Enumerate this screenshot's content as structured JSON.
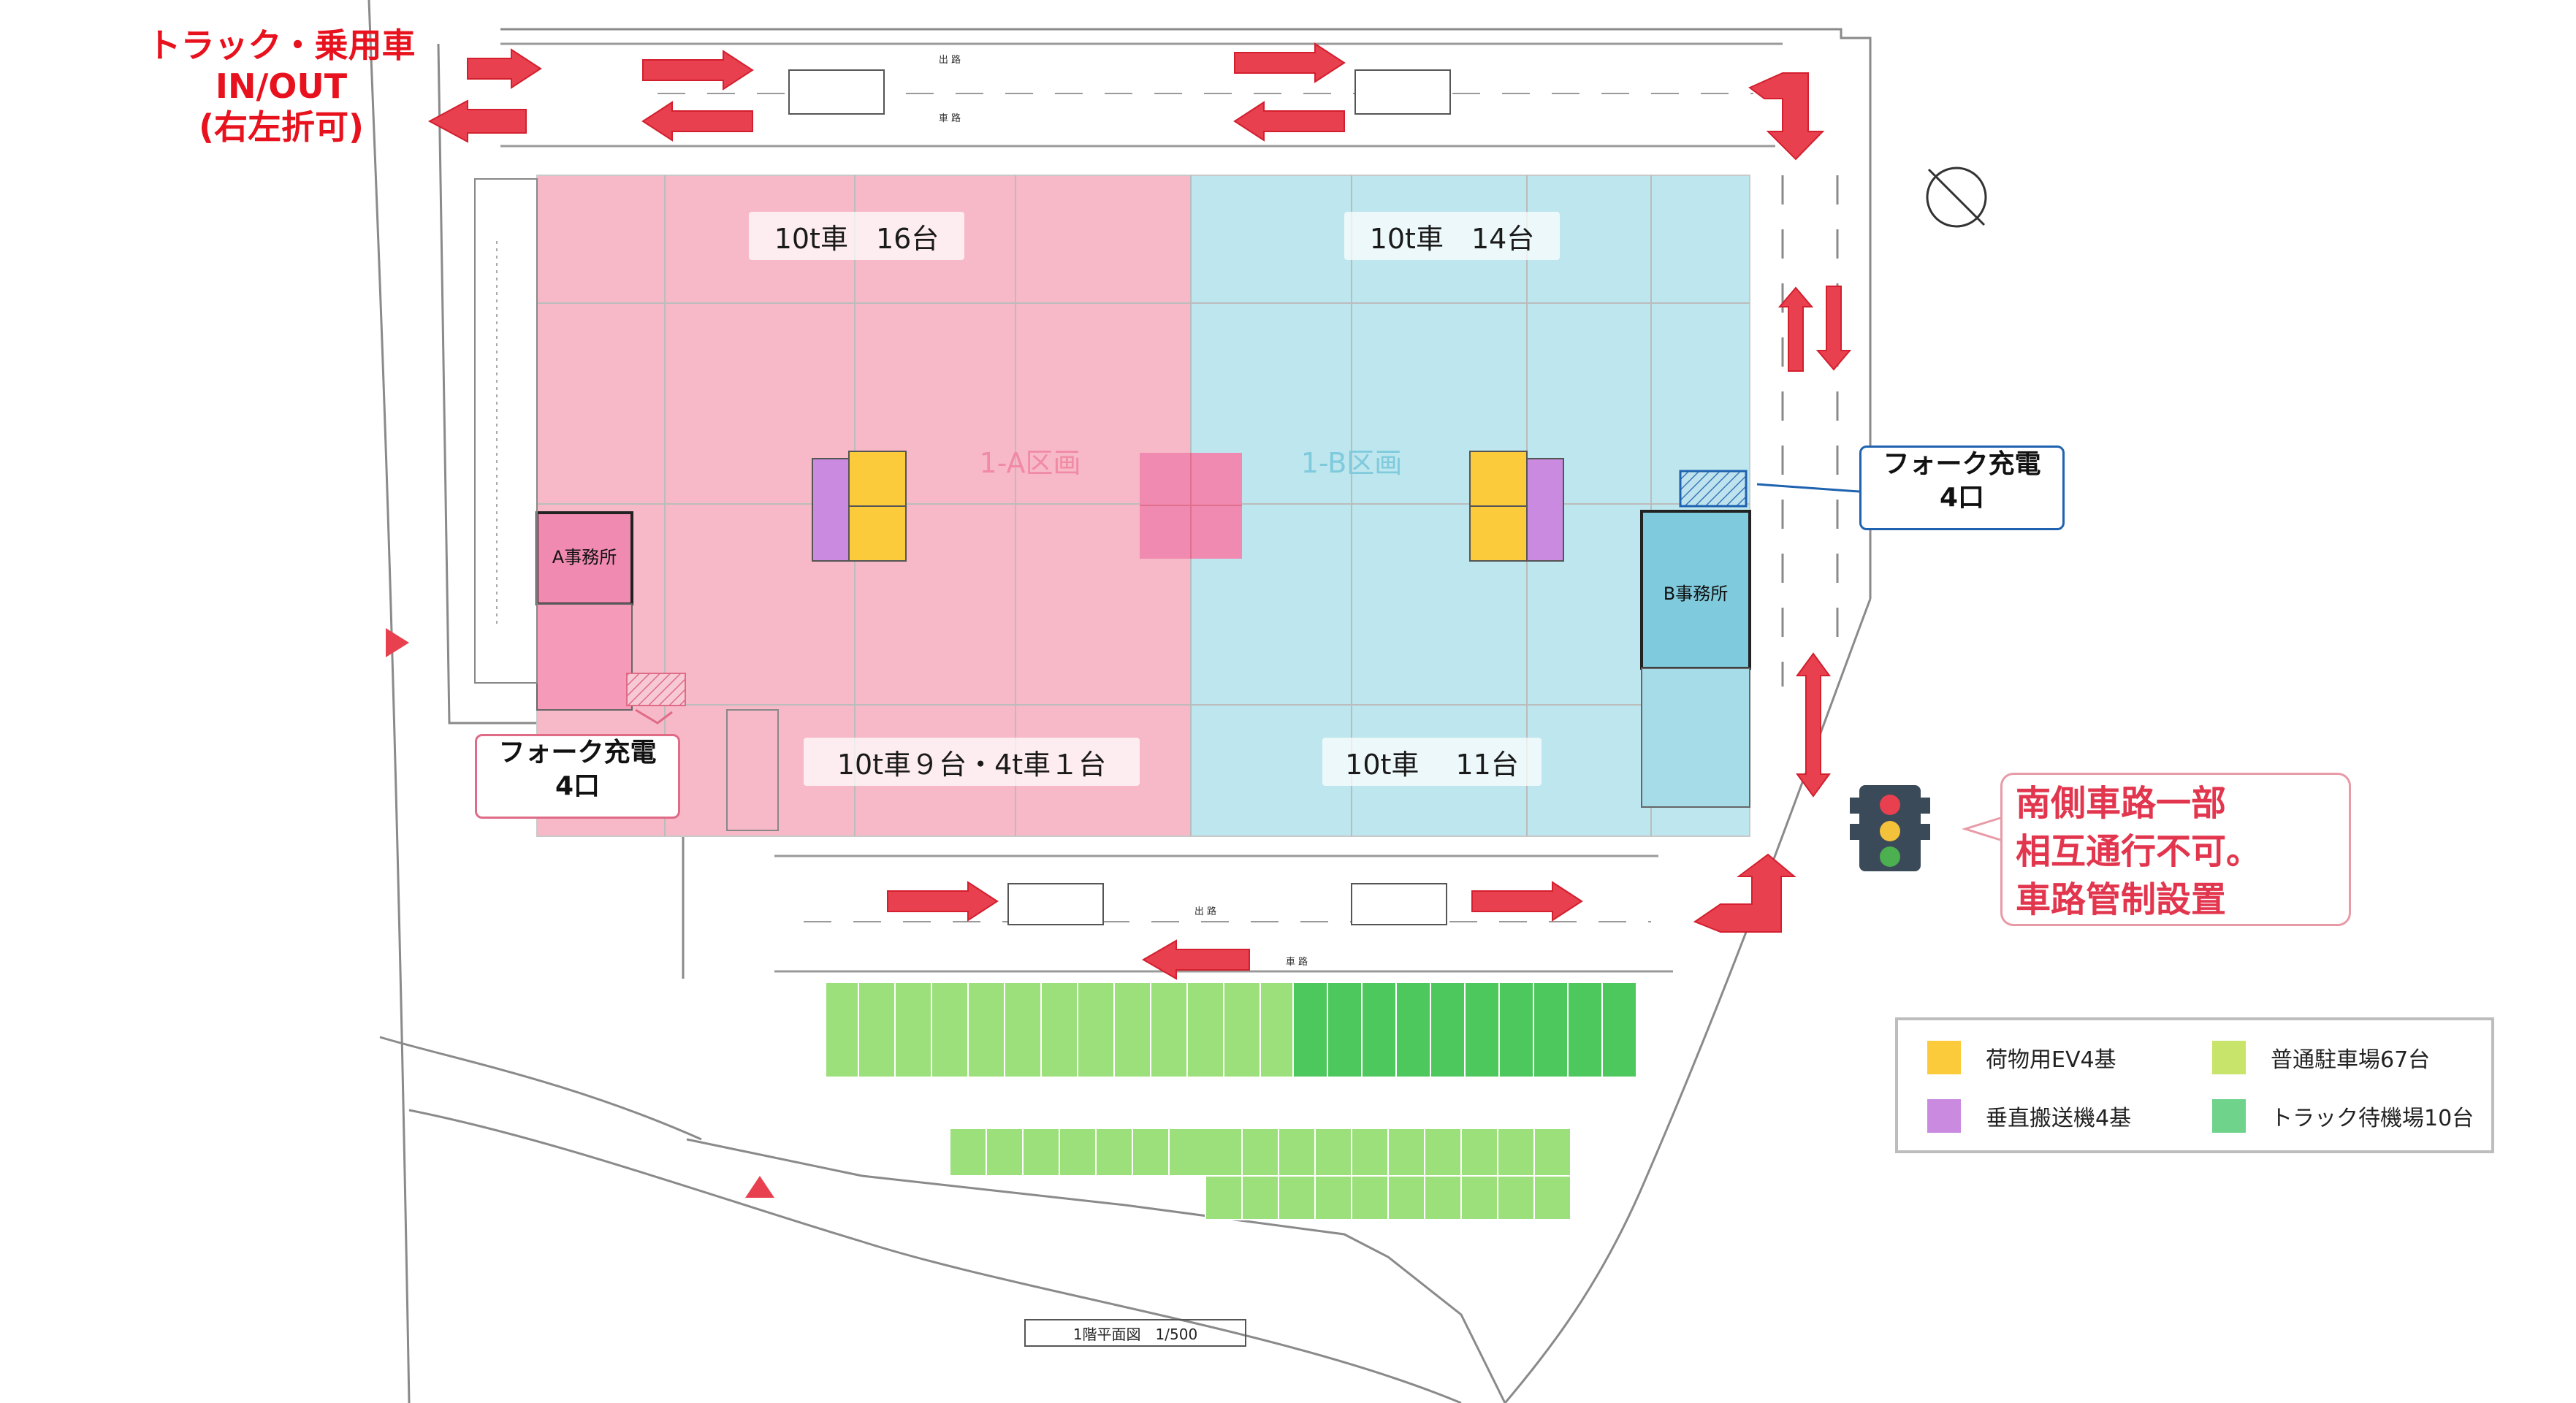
{
  "entrance": {
    "line1": "トラック・乗用車",
    "line2": "IN/OUT",
    "line3": "(右左折可)"
  },
  "zones": {
    "a": {
      "name": "1-A区画",
      "north_capacity": "10t車　16台",
      "south_capacity": "10t車９台・4t車１台",
      "color": "#f7b9c8"
    },
    "b": {
      "name": "1-B区画",
      "north_capacity": "10t車　14台",
      "south_capacity": "10t車　 11台",
      "color": "#bde6ee"
    }
  },
  "offices": {
    "a": "A事務所",
    "b": "B事務所"
  },
  "fork_charging": {
    "west": {
      "line1": "フォーク充電",
      "line2": "4口"
    },
    "east": {
      "line1": "フォーク充電",
      "line2": "4口"
    }
  },
  "notice": {
    "line1": "南側車路一部",
    "line2": "相互通行不可。",
    "line3": "車路管制設置"
  },
  "legend": {
    "items": [
      {
        "label": "荷物用EV4基",
        "color": "#fccb3c"
      },
      {
        "label": "普通駐車場67台",
        "color": "#c9e46a"
      },
      {
        "label": "垂直搬送機4基",
        "color": "#c98ae0"
      },
      {
        "label": "トラック待機場10台",
        "color": "#6fd38c"
      }
    ]
  },
  "small_labels": {
    "road_north_top": "出 路",
    "road_north_bottom": "車 路",
    "road_south_top": "出 路",
    "road_south_bottom": "車 路"
  },
  "scale_caption": "1階平面図　1/500",
  "colors": {
    "arrow": "#e8404f",
    "arrow_outline": "#d31f2e",
    "office_a_fill": "#f08ab0",
    "office_b_fill": "#7fcadc",
    "truck_parking": "#4cc85c",
    "car_parking": "#9be07a"
  }
}
